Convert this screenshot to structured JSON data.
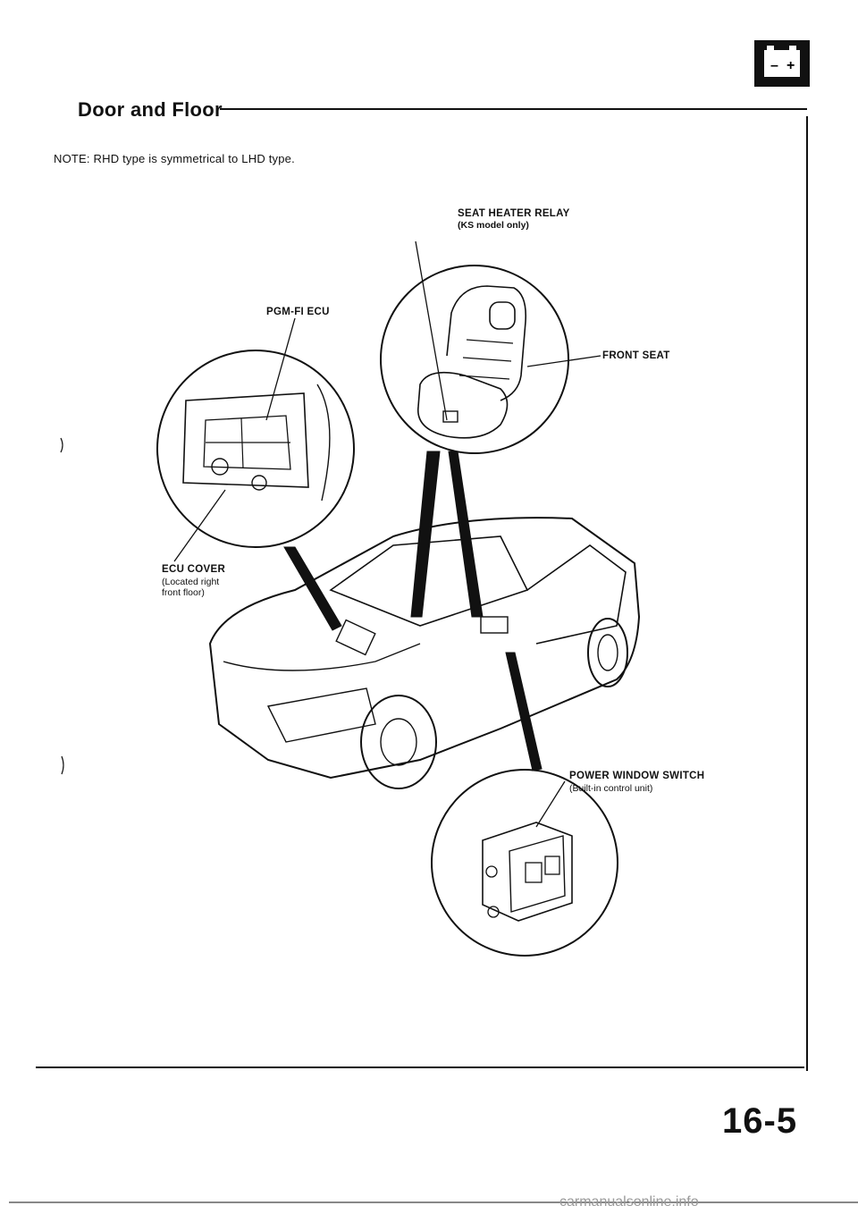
{
  "header": {
    "title": "Door and Floor",
    "battery_icon": "battery-icon",
    "battery_minus": "–",
    "battery_plus": "+"
  },
  "note": "NOTE: RHD type is symmetrical to LHD type.",
  "callouts": {
    "seat_heater_relay": {
      "label": "SEAT HEATER RELAY",
      "sub": "(KS model only)"
    },
    "pgm_fi_ecu": {
      "label": "PGM-FI ECU"
    },
    "front_seat": {
      "label": "FRONT SEAT"
    },
    "ecu_cover": {
      "label": "ECU COVER",
      "sub_line1": "(Located right",
      "sub_line2": "front floor)"
    },
    "power_window_switch": {
      "label": "POWER WINDOW SWITCH",
      "sub": "(Built-in control unit)"
    }
  },
  "footer": {
    "page_number": "16-5",
    "url": "carmanualsonline.info"
  }
}
